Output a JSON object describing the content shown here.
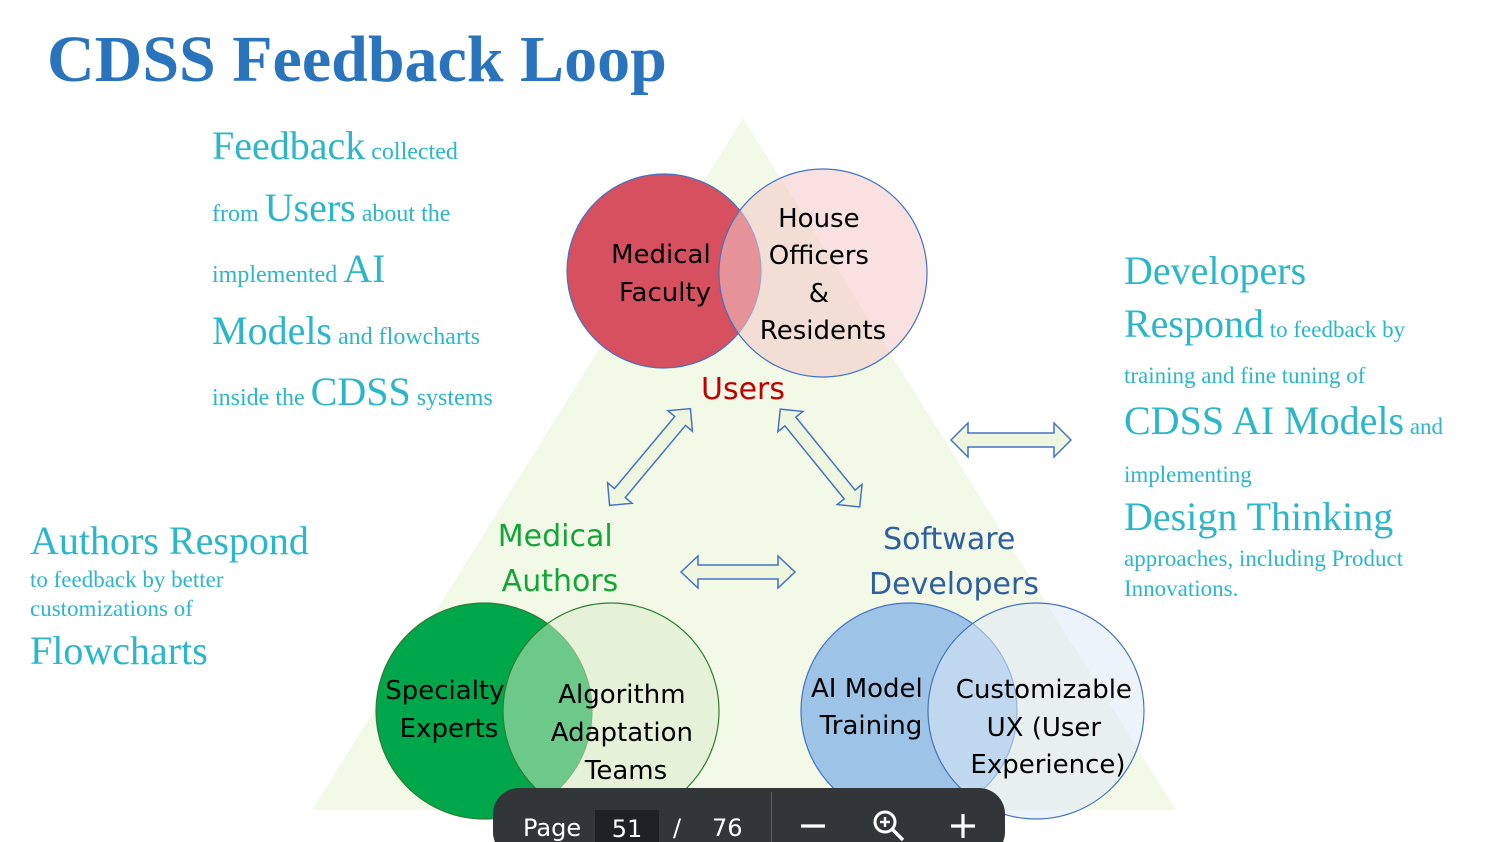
{
  "slide": {
    "title": "CDSS Feedback Loop",
    "feedback_text": {
      "w1": "Feedback",
      "w2": " collected",
      "w3": "from ",
      "w4": "Users",
      "w5": " about the",
      "w6": "implemented ",
      "w7": "AI",
      "w8": "Models",
      "w9": " and flowcharts",
      "w10": "inside the ",
      "w11": "CDSS",
      "w12": " systems"
    },
    "authors_text": {
      "heading": "Authors Respond",
      "body_line1": "to feedback by better",
      "body_line2": "customizations of",
      "emphasis": "Flowcharts"
    },
    "developers_text": {
      "l1": "Developers",
      "l2a": "Respond",
      "l2b": " to feedback by",
      "l3": "training and fine tuning of",
      "l4a": "CDSS AI Models",
      "l4b": " and",
      "l5": "implementing",
      "l6": "Design Thinking",
      "l7": "approaches, including Product",
      "l8": "Innovations."
    },
    "diagram": {
      "users_label": "Users",
      "medical_faculty": [
        "Medical",
        "Faculty"
      ],
      "house_officers": [
        "House",
        "Officers",
        "&",
        "Residents"
      ],
      "medical_authors_label": [
        "Medical",
        "Authors"
      ],
      "specialty_experts": [
        "Specialty",
        "Experts"
      ],
      "algorithm_teams": [
        "Algorithm",
        "Adaptation",
        "Teams"
      ],
      "software_developers_label": [
        "Software",
        "Developers"
      ],
      "ai_model_training": [
        "AI Model",
        "Training"
      ],
      "customizable_ux": [
        "Customizable",
        "UX (User",
        "Experience)"
      ]
    },
    "colors": {
      "title": "#2a74be",
      "teal_text": "#2bb6c9",
      "triangle": "#f3f9e7",
      "users_red": "#c00000",
      "authors_green": "#13a538",
      "developers_blue": "#2f5f9e"
    }
  },
  "viewer_toolbar": {
    "page_label": "Page",
    "current_page": "51",
    "separator": "/",
    "total_pages": "76",
    "zoom_out_icon": "minus-icon",
    "zoom_icon": "zoom-icon",
    "zoom_in_icon": "plus-icon"
  }
}
